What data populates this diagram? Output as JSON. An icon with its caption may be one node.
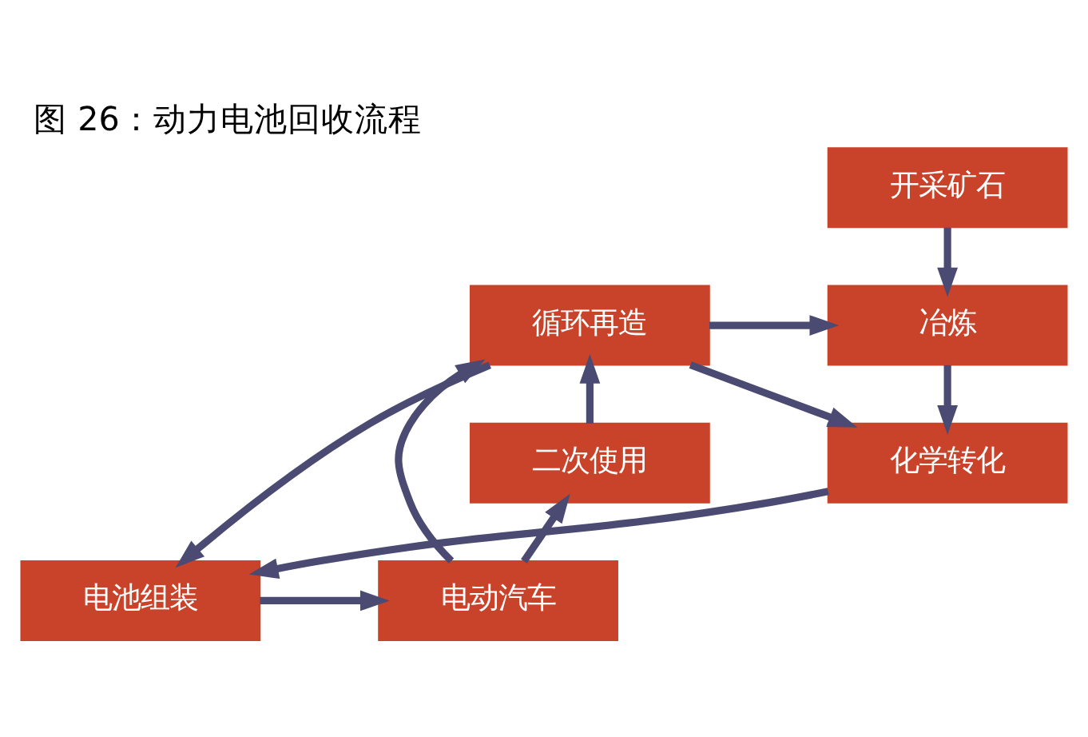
{
  "diagram": {
    "title": "图 26：动力电池回收流程",
    "nodes": [
      {
        "text": [
          "开采矿石"
        ]
      },
      {
        "text": [
          "冶炼"
        ]
      },
      {
        "text": [
          "化学转化"
        ]
      },
      {
        "text": [
          "电池组装"
        ]
      },
      {
        "text": [
          "循环再造"
        ]
      },
      {
        "text": [
          "电动汽车"
        ]
      },
      {
        "text": [
          "二次使用"
        ]
      }
    ],
    "edges": [
      {
        "from": 0,
        "to": 1,
        "arrow": "to"
      },
      {
        "from": 1,
        "to": 2,
        "arrow": "to"
      },
      {
        "from": 2,
        "to": 3,
        "arrow": "to"
      },
      {
        "from": 3,
        "to": 5,
        "arrow": "to"
      },
      {
        "from": 5,
        "to": 4,
        "arrow": "to"
      },
      {
        "from": 5,
        "to": 6,
        "arrow": "to"
      },
      {
        "from": 6,
        "to": 4,
        "arrow": "to"
      },
      {
        "from": 4,
        "to": 1,
        "arrow": "to"
      },
      {
        "from": 4,
        "to": 2,
        "arrow": "to"
      },
      {
        "from": 4,
        "to": 3,
        "arrow": "to"
      }
    ]
  }
}
